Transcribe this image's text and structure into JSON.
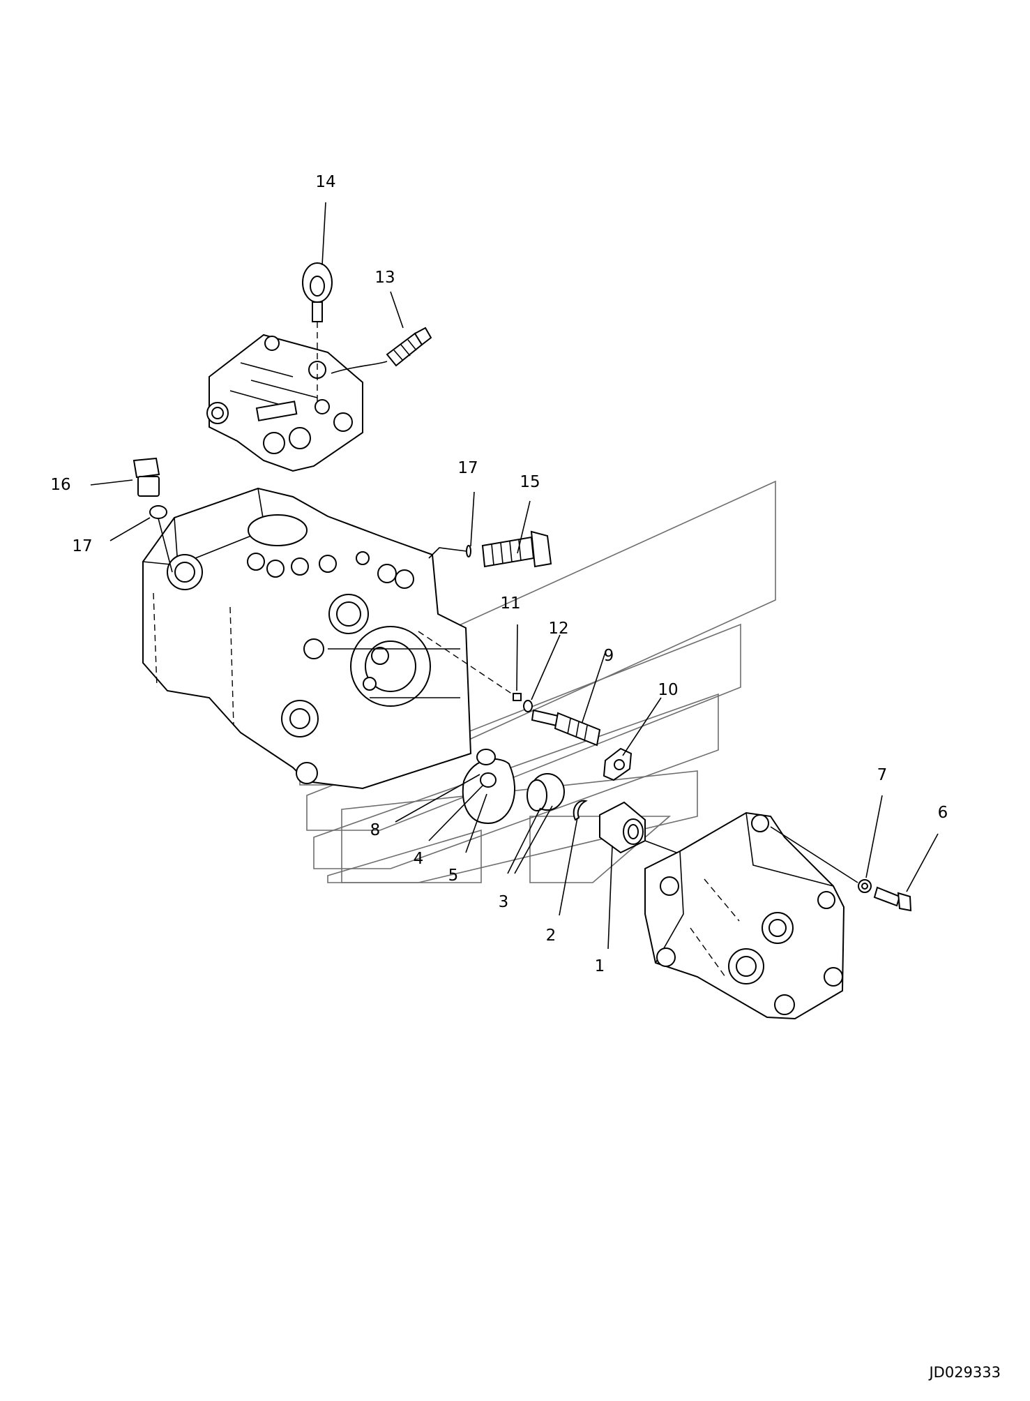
{
  "diagram": {
    "reference_code": "JD029333",
    "callouts": [
      {
        "id": "c1",
        "label": "1"
      },
      {
        "id": "c2",
        "label": "2"
      },
      {
        "id": "c3",
        "label": "3"
      },
      {
        "id": "c4",
        "label": "4"
      },
      {
        "id": "c5",
        "label": "5"
      },
      {
        "id": "c6",
        "label": "6"
      },
      {
        "id": "c7",
        "label": "7"
      },
      {
        "id": "c8",
        "label": "8"
      },
      {
        "id": "c9",
        "label": "9"
      },
      {
        "id": "c10",
        "label": "10"
      },
      {
        "id": "c11",
        "label": "11"
      },
      {
        "id": "c12",
        "label": "12"
      },
      {
        "id": "c13",
        "label": "13"
      },
      {
        "id": "c14",
        "label": "14"
      },
      {
        "id": "c15",
        "label": "15"
      },
      {
        "id": "c16",
        "label": "16"
      },
      {
        "id": "c17a",
        "label": "17"
      },
      {
        "id": "c17b",
        "label": "17"
      }
    ]
  }
}
